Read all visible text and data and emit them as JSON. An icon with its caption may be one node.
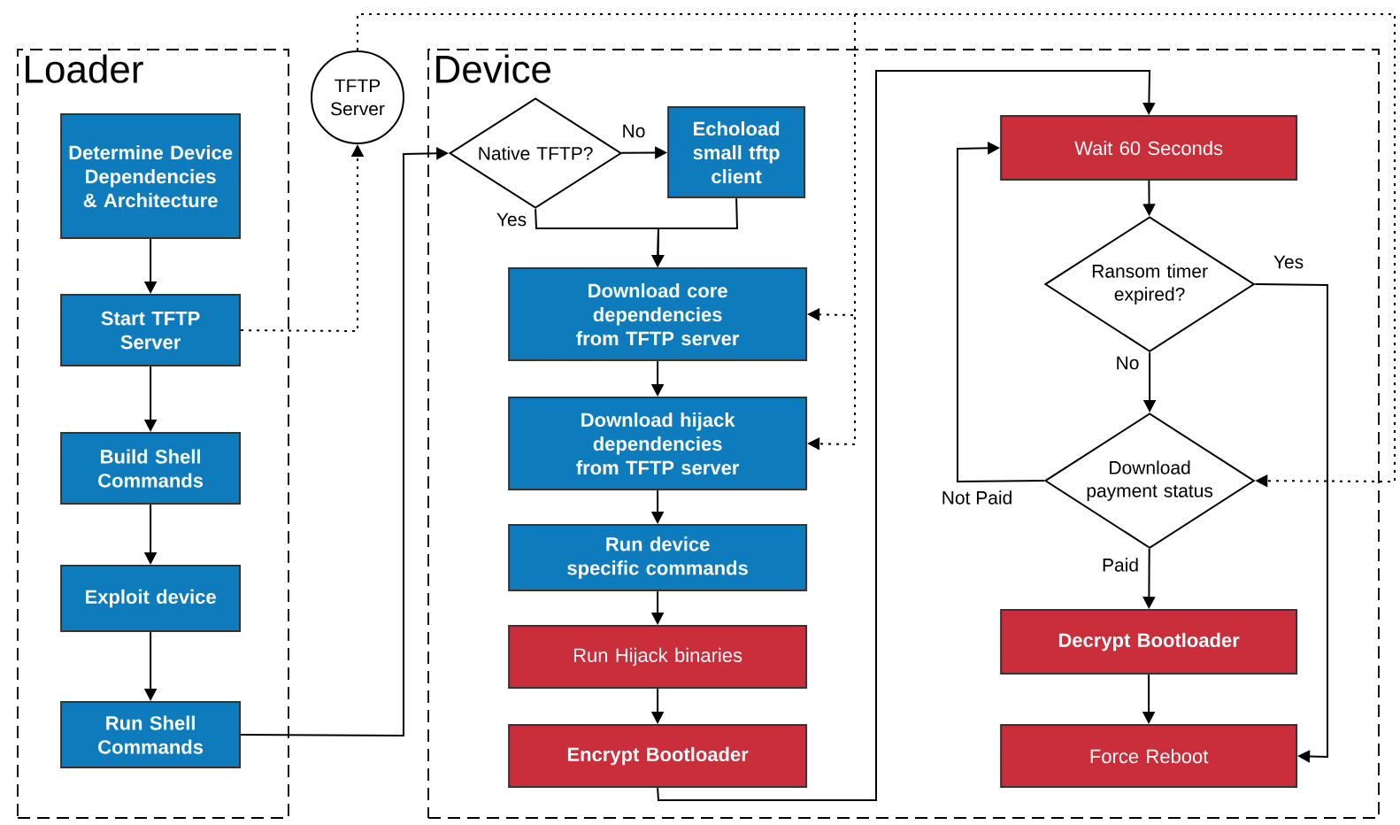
{
  "diagram": {
    "nodes": [
      {
        "text": [
          "Loader"
        ]
      },
      {
        "text": [
          "Device"
        ]
      },
      {
        "text": [
          "Determine Device Dependencies & Architecture"
        ],
        "in": 0
      },
      {
        "text": [
          "Start TFTP Server"
        ],
        "in": 0
      },
      {
        "text": [
          "Build Shell Commands"
        ],
        "in": 0
      },
      {
        "text": [
          "Exploit device"
        ],
        "in": 0
      },
      {
        "text": [
          "Run Shell Commands"
        ],
        "in": 0
      },
      {
        "text": [
          "TFTP Server"
        ]
      },
      {
        "text": [
          "Native TFTP?"
        ],
        "in": 1
      },
      {
        "text": [
          "Echoload small tftp client"
        ],
        "in": 1
      },
      {
        "text": [
          "Download core dependencies from TFTP server"
        ],
        "in": 1
      },
      {
        "text": [
          "Download hijack dependencies from TFTP server"
        ],
        "in": 1
      },
      {
        "text": [
          "Run device specific commands"
        ],
        "in": 1
      },
      {
        "text": [
          "Run Hijack binaries"
        ],
        "in": 1
      },
      {
        "text": [
          "Encrypt Bootloader"
        ],
        "in": 1
      },
      {
        "text": [
          "Wait 60 Seconds"
        ],
        "in": 1
      },
      {
        "text": [
          "Ransom timer expired?"
        ],
        "in": 1
      },
      {
        "text": [
          "Download payment status"
        ],
        "in": 1
      },
      {
        "text": [
          "Decrypt Bootloader"
        ],
        "in": 1
      },
      {
        "text": [
          "Force Reboot"
        ],
        "in": 1
      }
    ],
    "edges": [
      {
        "from": 2,
        "to": 3,
        "arrow": "to"
      },
      {
        "from": 3,
        "to": 4,
        "arrow": "to"
      },
      {
        "from": 4,
        "to": 5,
        "arrow": "to"
      },
      {
        "from": 5,
        "to": 6,
        "arrow": "to"
      },
      {
        "from": 3,
        "to": 7,
        "arrow": "to",
        "style": "dashed"
      },
      {
        "from": 6,
        "to": 8,
        "arrow": "to"
      },
      {
        "from": 8,
        "to": 9,
        "arrow": "to",
        "label": "No"
      },
      {
        "from": 8,
        "to": 10,
        "arrow": "to",
        "label": "Yes"
      },
      {
        "from": 9,
        "to": 10,
        "arrow": "to"
      },
      {
        "from": 10,
        "to": 11,
        "arrow": "to"
      },
      {
        "from": 11,
        "to": 12,
        "arrow": "to"
      },
      {
        "from": 12,
        "to": 13,
        "arrow": "to"
      },
      {
        "from": 13,
        "to": 14,
        "arrow": "to"
      },
      {
        "from": 14,
        "to": 15,
        "arrow": "to"
      },
      {
        "from": 15,
        "to": 16,
        "arrow": "to"
      },
      {
        "from": 16,
        "to": 17,
        "arrow": "to",
        "label": "No"
      },
      {
        "from": 16,
        "to": 19,
        "arrow": "to",
        "label": "Yes"
      },
      {
        "from": 17,
        "to": 15,
        "arrow": "to",
        "label": "Not Paid"
      },
      {
        "from": 17,
        "to": 18,
        "arrow": "to",
        "label": "Paid"
      },
      {
        "from": 18,
        "to": 19,
        "arrow": "to"
      },
      {
        "from": 7,
        "to": 10,
        "arrow": "to",
        "style": "dashed"
      },
      {
        "from": 7,
        "to": 11,
        "arrow": "to",
        "style": "dashed"
      },
      {
        "from": 7,
        "to": 17,
        "arrow": "to",
        "style": "dashed"
      }
    ]
  }
}
